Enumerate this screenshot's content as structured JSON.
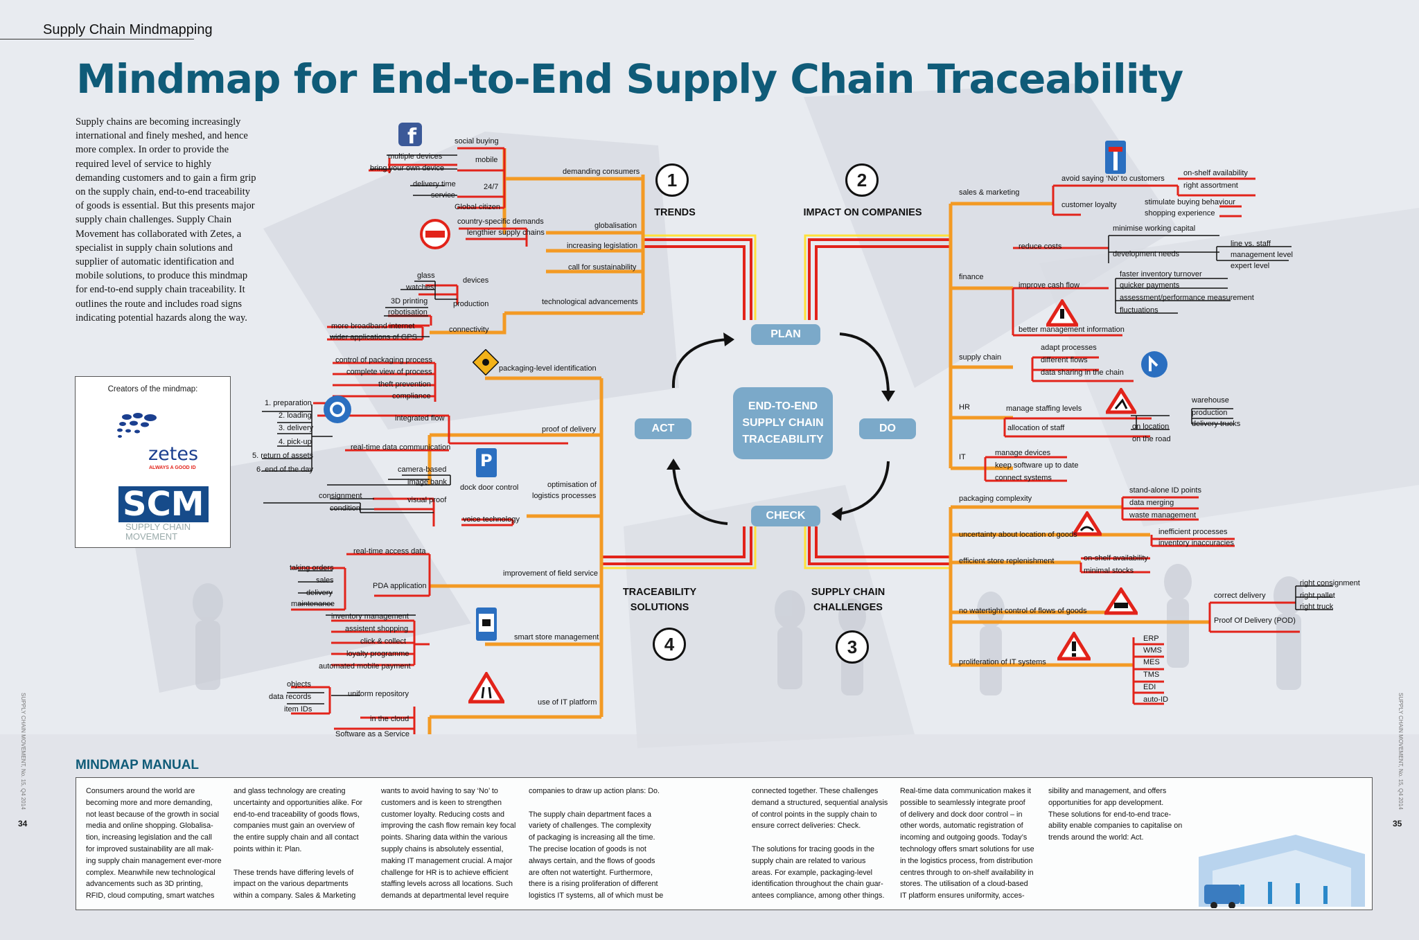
{
  "header": "Supply Chain Mindmapping",
  "title": "Mindmap for End-to-End Supply Chain Traceability",
  "intro": "Supply chains are becoming increasingly international and finely meshed, and hence more complex. In order to provide the required level of service to highly demanding customers and to gain a firm grip on the supply chain, end-to-end traceability of goods is essential. But this presents major supply chain challenges. Supply Chain Movement has collaborated with Zetes, a specialist in supply chain solutions and supplier of automatic identification and mobile solutions, to produce this mindmap for end-to-end supply chain traceability. It outlines the route and includes road signs indicating potential hazards along the way.",
  "creators": {
    "label": "Creators of the mindmap:",
    "zetes": "zetes",
    "zetes_tag": "ALWAYS A GOOD ID",
    "scm": "SCM",
    "scm_sub1": "SUPPLY CHAIN",
    "scm_sub2": "MOVEMENT"
  },
  "center": {
    "line1": "END-TO-END",
    "line2": "SUPPLY CHAIN",
    "line3": "TRACEABILITY",
    "plan": "PLAN",
    "do": "DO",
    "check": "CHECK",
    "act": "ACT"
  },
  "quadrants": {
    "q1_num": "1",
    "q1": "TRENDS",
    "q2_num": "2",
    "q2": "IMPACT ON COMPANIES",
    "q3_num": "3",
    "q3a": "SUPPLY CHAIN",
    "q3b": "CHALLENGES",
    "q4_num": "4",
    "q4a": "TRACEABILITY",
    "q4b": "SOLUTIONS"
  },
  "icons": {
    "facebook": "facebook-icon",
    "customs": "customs-sign-icon",
    "diamond": "diamond-warning-sign-icon",
    "roundabout": "roundabout-sign-icon",
    "parking": "parking-sign-icon",
    "coffee": "coffee-sign-icon",
    "narrowing": "road-narrows-warning-icon",
    "deadend": "dead-end-sign-icon",
    "triangle_mgmt": "warning-triangle-icon",
    "keep_right": "keep-right-sign-icon",
    "roadworks": "roadworks-sign-icon",
    "slippery": "slippery-road-sign-icon",
    "danger": "danger-exclamation-icon",
    "tipper": "tipping-truck-sign-icon"
  },
  "trends": {
    "social_buying": "social buying",
    "multiple_devices": "multiple devices",
    "byod": "bring your own device",
    "mobile": "mobile",
    "delivery_time": "delivery time",
    "service": "service",
    "h247": "24/7",
    "global_citizen": "Global citizen",
    "demanding_consumers": "demanding consumers",
    "country_demands": "country-specific demands",
    "lengthier": "lengthier supply chains",
    "globalisation": "globalisation",
    "increasing_legislation": "increasing legislation",
    "call_sustainability": "call for sustainability",
    "glass": "glass",
    "watches": "watches",
    "devices": "devices",
    "printing3d": "3D printing",
    "robotisation": "robotisation",
    "production": "production",
    "broadband": "more broadband internet",
    "gps": "wider applications of GPS",
    "connectivity": "connectivity",
    "tech_adv": "technological advancements"
  },
  "impact": {
    "sales_marketing": "sales & marketing",
    "avoid_no": "avoid saying ‘No’ to customers",
    "onshelf": "on-shelf availability",
    "right_assortment": "right assortment",
    "customer_loyalty": "customer loyalty",
    "stimulate": "stimulate buying behaviour",
    "shopping_exp": "shopping experience",
    "min_wc": "minimise working capital",
    "reduce_costs": "reduce costs",
    "dev_needs": "development needs",
    "line_staff": "line vs. staff",
    "mgmt_level": "management level",
    "expert_level": "expert level",
    "finance": "finance",
    "faster_inv": "faster inventory turnover",
    "improve_cash": "improve cash flow",
    "quicker_pay": "quicker payments",
    "assessment": "assessment/performance measurement",
    "fluctuations": "fluctuations",
    "better_mgmt": "better management information",
    "adapt": "adapt processes",
    "supply_chain": "supply chain",
    "diff_flows": "different flows",
    "data_sharing": "data sharing in the chain",
    "hr": "HR",
    "manage_staffing": "manage staffing levels",
    "warehouse": "warehouse",
    "production2": "production",
    "delivery_trucks": "delivery trucks",
    "allocation": "allocation of staff",
    "on_location": "on location",
    "on_road": "on the road",
    "it": "IT",
    "manage_devices": "manage devices",
    "keep_sw": "keep software up to date",
    "connect_systems": "connect systems"
  },
  "challenges": {
    "packaging_complexity": "packaging complexity",
    "standalone": "stand-alone ID points",
    "data_merging": "data merging",
    "waste": "waste management",
    "uncertainty": "uncertainty about location of goods",
    "inefficient": "inefficient processes",
    "inv_inacc": "inventory inaccuracies",
    "efficient_store": "efficient store replenishment",
    "onshelf2": "on-shelf availability",
    "minimal_stocks": "minimal stocks",
    "no_watertight": "no watertight control of flows of goods",
    "correct_delivery": "correct delivery",
    "right_consignment": "right consignment",
    "right_pallet": "right pallet",
    "right_truck": "right truck",
    "pod": "Proof Of Delivery (POD)",
    "proliferation": "proliferation of IT systems",
    "erp": "ERP",
    "wms": "WMS",
    "mes": "MES",
    "tms": "TMS",
    "edi": "EDI",
    "autoid": "auto-ID"
  },
  "solutions": {
    "control_pack": "control of packaging process",
    "complete_view": "complete view of process",
    "theft": "theft prevention",
    "compliance": "compliance",
    "pack_id": "packaging-level identification",
    "prep": "1. preparation",
    "loading": "2. loading",
    "delivery3": "3. delivery",
    "pickup": "4. pick-up",
    "return": "5. return of assets",
    "end_day": "6. end of the day",
    "integrated_flow": "integrated flow",
    "proof_delivery": "proof of delivery",
    "realtime": "real-time data communication",
    "camera": "camera-based",
    "image_bank": "image bank",
    "dock": "dock door control",
    "consignment": "consignment",
    "condition": "condition",
    "visual_proof": "visual proof",
    "optimisation1": "optimisation of",
    "optimisation2": "logistics processes",
    "voice": "voice technology",
    "rt_access": "real-time access data",
    "taking_orders": "taking orders",
    "sales": "sales",
    "delivery4": "delivery",
    "maintenance": "maintenance",
    "pda": "PDA application",
    "field_service": "improvement of field service",
    "inv_mgmt": "inventory management",
    "assisted": "assistent shopping",
    "click": "click & collect",
    "loyalty": "loyalty programme",
    "automated": "automated mobile payment",
    "smart_store": "smart store management",
    "objects": "objects",
    "data_records": "data records",
    "item_ids": "item IDs",
    "uniform": "uniform repository",
    "cloud": "in the cloud",
    "saas": "Software as a Service",
    "use_it": "use of IT platform"
  },
  "manual": {
    "title": "MINDMAP MANUAL",
    "col1": "Consumers around the world are\nbecoming more and more demanding,\nnot least because of the growth in social\nmedia and online shopping. Globalisa-\ntion, increasing legislation and the call\nfor improved sustainability are all mak-\ning supply chain management ever-more\ncomplex. Meanwhile new technological\nadvancements such as 3D printing,\nRFID, cloud computing, smart watches",
    "col2": "and glass technology are creating\nuncertainty and opportunities alike. For\nend-to-end traceability of goods flows,\ncompanies must gain an overview of\nthe entire supply chain and all contact\npoints within it: Plan.\n\nThese trends have differing levels of\nimpact on the various departments\nwithin a company. Sales & Marketing",
    "col3": "wants to avoid having to say ‘No’ to\ncustomers and is keen to strengthen\ncustomer loyalty. Reducing costs and\nimproving the cash flow remain key focal\npoints. Sharing data within the various\nsupply chains is absolutely essential,\nmaking IT management crucial. A major\nchallenge for HR is to achieve efficient\nstaffing levels across all locations. Such\ndemands at departmental level require",
    "col4": "companies to draw up action plans: Do.\n\nThe supply chain department faces a\nvariety of challenges. The complexity\nof packaging is increasing all the time.\nThe precise location of goods is not\nalways certain, and the flows of goods\nare often not watertight. Furthermore,\nthere is a rising proliferation of different\nlogistics IT systems, all of which must be",
    "col5": "connected together. These challenges\ndemand a structured, sequential analysis\nof control points in the supply chain to\nensure correct deliveries: Check.\n\nThe solutions for tracing goods in the\nsupply chain are related to various\nareas. For example, packaging-level\nidentification throughout the chain guar-\nantees compliance, among other things.",
    "col6": "Real-time data communication makes it\npossible to seamlessly integrate proof\nof delivery and dock door control – in\nother words, automatic registration of\nincoming and outgoing goods. Today’s\ntechnology offers smart solutions for use\nin the logistics process, from distribution\ncentres through to on-shelf availability in\nstores. The utilisation of a cloud-based\nIT platform ensures uniformity, acces-",
    "col7": "sibility and management, and offers\nopportunities for app development.\nThese solutions for end-to-end trace-\nability enable companies to capitalise on\ntrends around the world: Act."
  },
  "footer": {
    "page_left": "34",
    "page_right": "35",
    "side_left": "SUPPLY CHAIN MOVEMENT, No. 15, Q4 2014",
    "side_right": "SUPPLY CHAIN MOVEMENT, No. 15, Q4 2014"
  },
  "colors": {
    "title": "#0f5b78",
    "orange": "#f39a24",
    "red": "#e2231a",
    "pill": "#7ba9c9"
  }
}
